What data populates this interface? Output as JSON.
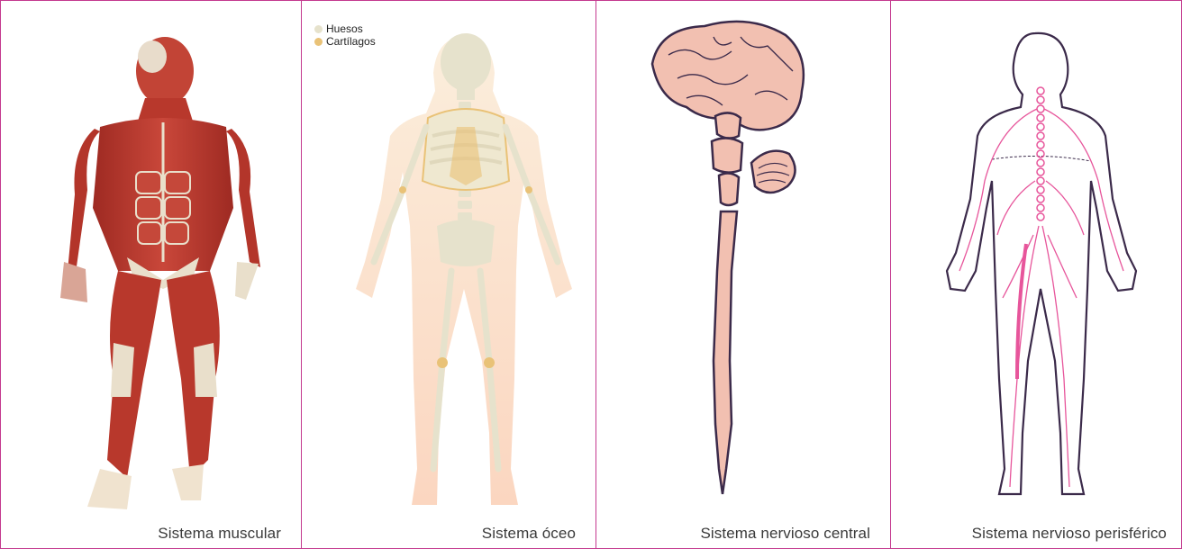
{
  "panels": [
    {
      "caption": "Sistema muscular",
      "icon": "muscle-figure-icon"
    },
    {
      "caption": "Sistema óceo",
      "icon": "skeleton-figure-icon"
    },
    {
      "caption": "Sistema nervioso central",
      "icon": "brain-spinal-cord-icon"
    },
    {
      "caption": "Sistema nervioso perisférico",
      "icon": "nerve-figure-icon"
    }
  ],
  "legend": {
    "items": [
      {
        "label": "Huesos",
        "color": "#e6e2cc"
      },
      {
        "label": "Cartílagos",
        "color": "#e9c277"
      }
    ]
  },
  "colors": {
    "border": "#c4398f",
    "muscle": "#b8382c",
    "tendon": "#e9dfcb",
    "bone": "#e6e2cc",
    "cartilage": "#e9c277",
    "skin": "#fbe0cb",
    "brain": "#f2c0b1",
    "nerve": "#e7559b"
  }
}
